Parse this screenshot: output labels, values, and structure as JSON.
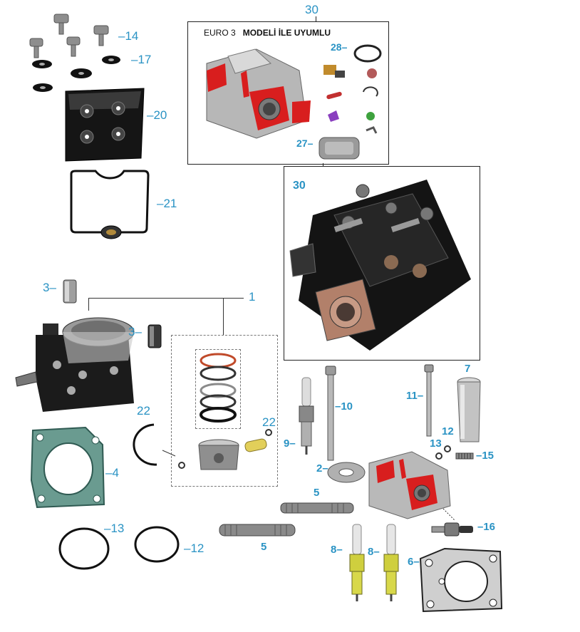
{
  "header_box": {
    "title_prefix": "EURO 3",
    "title_bold": "MODELİ İLE UYUMLU"
  },
  "labels": {
    "p30_top": "30",
    "p30_photo": "30",
    "p14": "14",
    "p17": "17",
    "p20": "20",
    "p21": "21",
    "p28": "28",
    "p27": "27",
    "p1": "1",
    "p3a": "3",
    "p3b": "3",
    "p22a": "22",
    "p22b": "22",
    "p4": "4",
    "p13a": "13",
    "p12a": "12",
    "p10": "10",
    "p9": "9",
    "p11": "11",
    "p7": "7",
    "p12b": "12",
    "p13b": "13",
    "p15": "15",
    "p2": "2",
    "p5a": "5",
    "p5b": "5",
    "p16": "16",
    "p8a": "8",
    "p8b": "8",
    "p6": "6"
  },
  "colors": {
    "label": "#2a93c4",
    "part_dark": "#1b1b1b",
    "part_metal": "#bdbdbd",
    "highlight": "#d81e1e",
    "gasket": "#5a8a80"
  }
}
